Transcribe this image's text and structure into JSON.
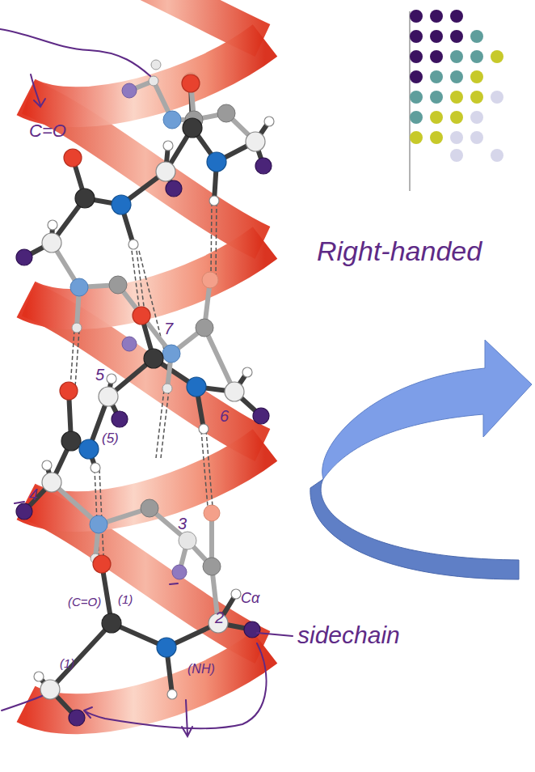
{
  "diagram": {
    "labels": [
      "C=O",
      "Right-handed",
      "7",
      "5",
      "6",
      "(5)",
      "4",
      "3",
      "Cα",
      "(C=O)",
      "(1)",
      "2",
      "sidechain",
      "(1)",
      "(NH)"
    ]
  }
}
